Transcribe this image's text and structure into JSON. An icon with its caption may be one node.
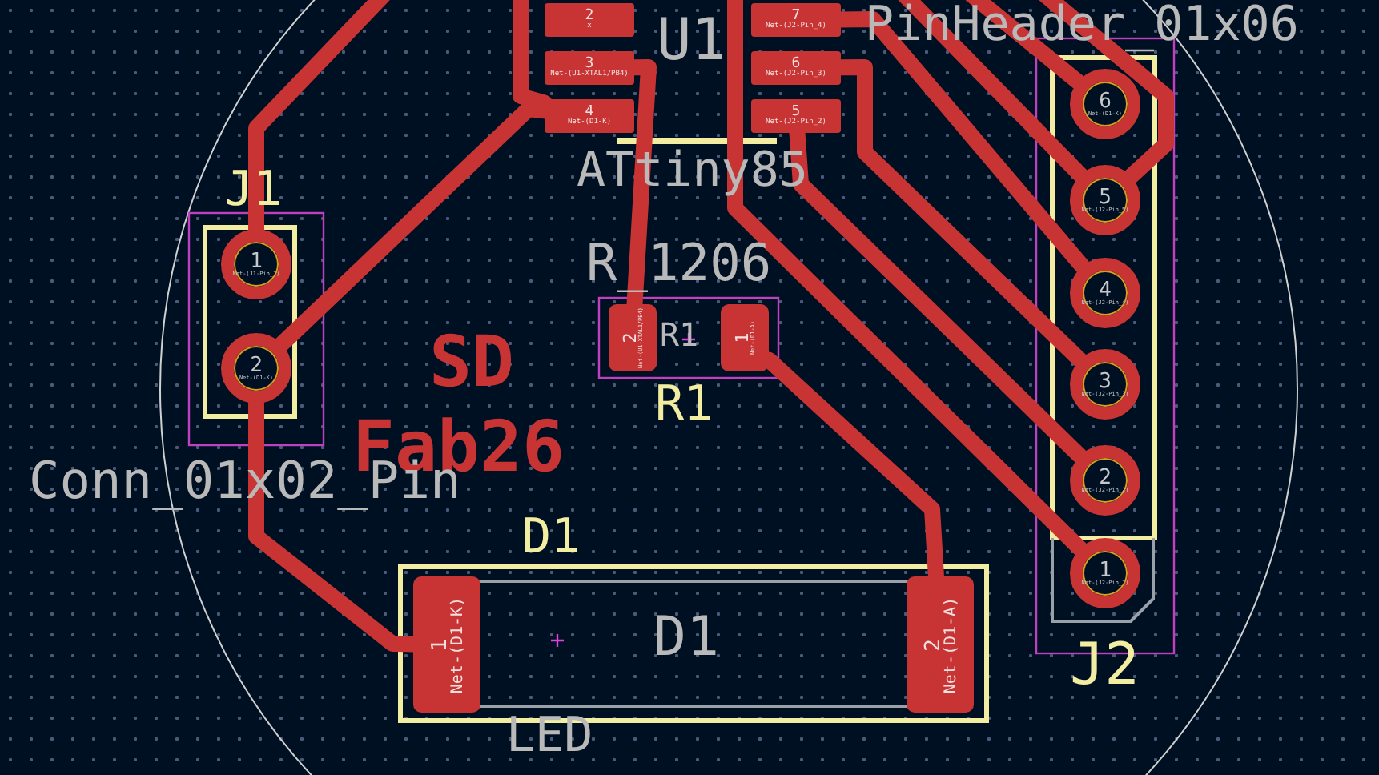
{
  "diagram": {
    "nodes": [
      {
        "text": [
          "2",
          "x"
        ]
      },
      {
        "text": [
          "3",
          "Net-(U1-XTAL1/PB4)"
        ]
      },
      {
        "text": [
          "4",
          "Net-(D1-K)"
        ]
      },
      {
        "text": [
          "7",
          "Net-(J2-Pin_4)"
        ]
      },
      {
        "text": [
          "6",
          "Net-(J2-Pin_3)"
        ]
      },
      {
        "text": [
          "5",
          "Net-(J2-Pin_2)"
        ]
      },
      {
        "text": [
          "1",
          "Net-(J1-Pin_1)"
        ]
      },
      {
        "text": [
          "2",
          "Net-(D1-K)"
        ]
      },
      {
        "text": [
          "2",
          "Net-(U1-XTAL1/PB4)"
        ]
      },
      {
        "text": [
          "1",
          "Net-(D1-A)"
        ]
      },
      {
        "text": [
          "1",
          "Net-(D1-K)"
        ]
      },
      {
        "text": [
          "2",
          "Net-(D1-A)"
        ]
      },
      {
        "text": [
          "6",
          "Net-(D1-K)"
        ]
      },
      {
        "text": [
          "5",
          "Net-(J2-Pin_5)"
        ]
      },
      {
        "text": [
          "4",
          "Net-(J2-Pin_4)"
        ]
      },
      {
        "text": [
          "3",
          "Net-(J2-Pin_3)"
        ]
      },
      {
        "text": [
          "2",
          "Net-(J2-Pin_2)"
        ]
      },
      {
        "text": [
          "1",
          "Net-(J2-Pin_1)"
        ]
      }
    ],
    "edges": [
      {
        "from": null,
        "to": 6,
        "arrow": "none"
      },
      {
        "from": 7,
        "to": 2,
        "arrow": "none"
      },
      {
        "from": 7,
        "to": 10,
        "arrow": "none"
      },
      {
        "from": 1,
        "to": 8,
        "arrow": "none"
      },
      {
        "from": 9,
        "to": 11,
        "arrow": "none"
      },
      {
        "from": 3,
        "to": 14,
        "arrow": "none"
      },
      {
        "from": 4,
        "to": 15,
        "arrow": "none"
      },
      {
        "from": 5,
        "to": 16,
        "arrow": "none"
      },
      {
        "from": null,
        "to": 17,
        "arrow": "none"
      },
      {
        "from": null,
        "to": 13,
        "arrow": "none"
      },
      {
        "from": null,
        "to": 12,
        "arrow": "none"
      },
      {
        "from": null,
        "to": 13,
        "arrow": "none"
      },
      {
        "from": null,
        "to": 2,
        "arrow": "none"
      }
    ],
    "labels": [
      "U1",
      "PinHeader_01x06",
      "ATtiny85",
      "J1",
      "R_1206",
      "R1",
      "SD",
      "R1",
      "Fab26",
      "Conn_01x02_Pin",
      "D1",
      "D1",
      "J2",
      "LED"
    ]
  }
}
